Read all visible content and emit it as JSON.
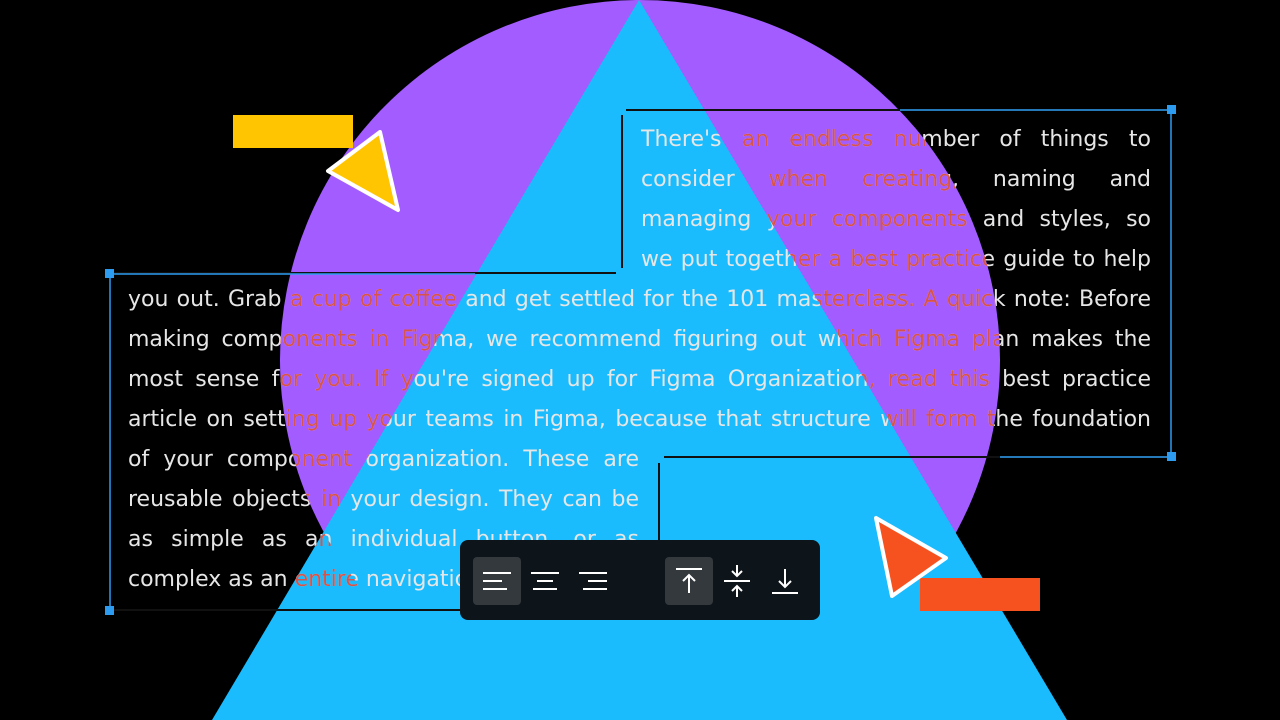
{
  "text_block": {
    "lines": [
      "There's an endless number of things to",
      "consider when creating, naming and",
      "managing your components and styles, so",
      "we put together a best practice guide to help",
      "you out. Grab a cup of coffee and get settled for the 101 masterclass. A quick note: Before",
      "making components in Figma, we recommend figuring out which Figma plan makes the",
      "most sense for you. If you're signed up for Figma Organization, read this best practice",
      "article on setting up your teams in Figma, because that structure will form the foundation",
      "of your component organization. These are",
      "reusable objects in your design. They can be",
      "as simple as an individual button, or as",
      "complex as an entire navigation bar."
    ]
  },
  "toolbar": {
    "buttons": [
      {
        "icon": "align-left-icon",
        "active": true
      },
      {
        "icon": "align-center-icon",
        "active": false
      },
      {
        "icon": "align-right-icon",
        "active": false
      },
      {
        "icon": "align-top-icon",
        "active": true
      },
      {
        "icon": "align-middle-icon",
        "active": false
      },
      {
        "icon": "align-bottom-icon",
        "active": false
      }
    ]
  },
  "colors": {
    "background": "#000000",
    "circle": "#a35cff",
    "triangle": "#1bbcfd",
    "text": "#e6e6e6",
    "text_over_shapes": "#d8544a",
    "selection": "#2d9cf0",
    "yellow": "#ffc500",
    "orange": "#f65220",
    "toolbar_bg": "#0d141a",
    "toolbar_active": "#34393e"
  }
}
